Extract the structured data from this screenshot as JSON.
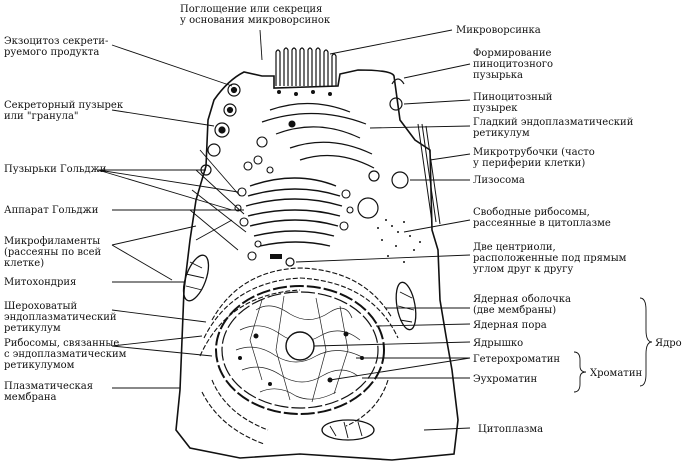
{
  "labels": {
    "top_uptake": [
      "Поглощение или секреция",
      "у основания микроворсинок"
    ],
    "exocytosis": [
      "Экзоцитоз секрети-",
      "руемого продукта"
    ],
    "secretory_vesicle": [
      "Секреторный пузырек",
      "или \"гранула\""
    ],
    "golgi_vesicles": [
      "Пузырьки Гольджи"
    ],
    "golgi_apparatus": [
      "Аппарат Гольджи"
    ],
    "microfilaments": [
      "Микрофиламенты",
      "(рассеяны по всей",
      "клетке)"
    ],
    "mitochondrion": [
      "Митохондрия"
    ],
    "rough_er": [
      "Шероховатый",
      "эндоплазматический",
      "ретикулум"
    ],
    "ribosomes_er": [
      "Рибосомы, связанные",
      "с эндоплазматическим",
      "ретикулумом"
    ],
    "plasma_membrane": [
      "Плазматическая",
      "мембрана"
    ],
    "microvillus": [
      "Микроворсинка"
    ],
    "pinocytic_formation": [
      "Формирование",
      "пиноцитозного",
      "пузырька"
    ],
    "pinocytic_vesicle": [
      "Пиноцитозный",
      "пузырек"
    ],
    "smooth_er": [
      "Гладкий эндоплазматический",
      "ретикулум"
    ],
    "microtubules": [
      "Микротрубочки (часто",
      "у периферии клетки)"
    ],
    "lysosome": [
      "Лизосома"
    ],
    "free_ribosomes": [
      "Свободные рибосомы,",
      "рассеянные в цитоплазме"
    ],
    "centrioles": [
      "Две центриоли,",
      "расположенные под прямым",
      "углом друг к другу"
    ],
    "nuclear_envelope": [
      "Ядерная оболочка",
      "(две мембраны)"
    ],
    "nuclear_pore": [
      "Ядерная пора"
    ],
    "nucleolus": [
      "Ядрышко"
    ],
    "heterochromatin": [
      "Гетерохроматин"
    ],
    "euchromatin": [
      "Эухроматин"
    ],
    "chromatin": [
      "Хроматин"
    ],
    "nucleus": [
      "Ядро"
    ],
    "cytoplasm": [
      "Цитоплазма"
    ]
  }
}
